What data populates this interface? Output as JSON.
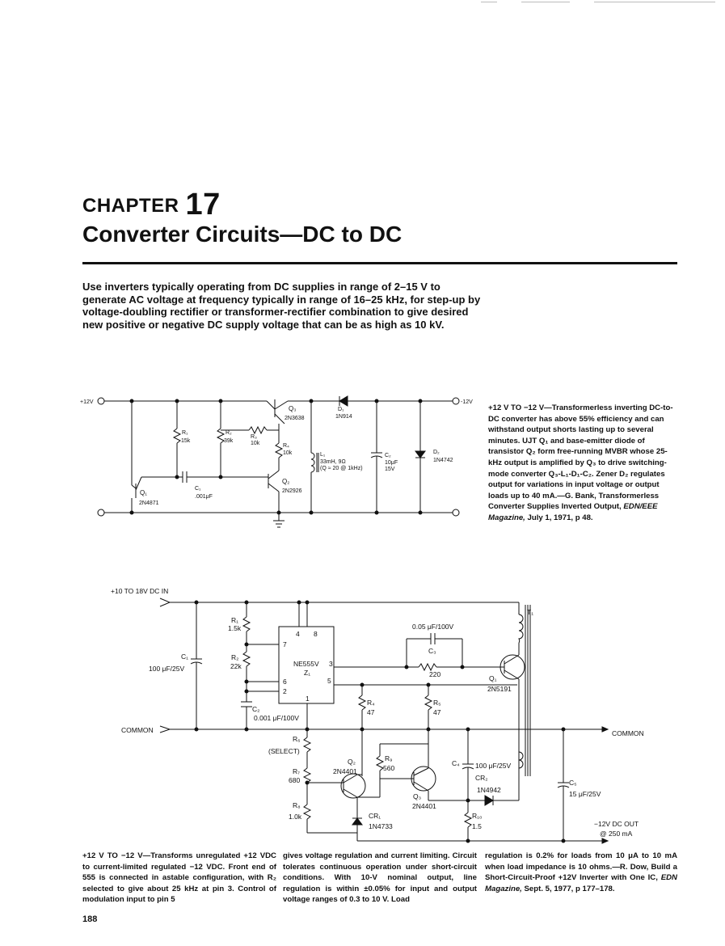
{
  "chapter": {
    "label": "CHAPTER",
    "number": "17",
    "title": "Converter Circuits—DC to DC"
  },
  "intro": "Use inverters typically operating from DC supplies in range of 2–15 V to generate AC voltage at frequency typically in range of 16–25 kHz, for step-up by voltage-doubling rectifier or transformer-rectifier combination to give desired new positive or negative DC supply voltage that can be as high as 10 kV.",
  "figure1": {
    "labels": {
      "vin": "+12V",
      "vout": "-12V",
      "q3": "Q₃",
      "q3_part": "2N3638",
      "d1": "D₁",
      "d1_part": "1N914",
      "r1": "R₁",
      "r1_val": "15k",
      "r2": "R₂",
      "r2_val": "39k",
      "r3": "R₃",
      "r3_val": "10k",
      "r4": "R₄",
      "r4_val": "10k",
      "l1": "L₁",
      "l1_val": "33mH, 9Ω",
      "l1_val2": "(Q ≈ 20 @ 1kHz)",
      "c2": "C₂",
      "c2_val": "10μF",
      "c2_volt": "15V",
      "d2": "D₂",
      "d2_part": "1N4742",
      "q1": "Q₁",
      "q1_part": "2N4871",
      "c1": "C₁",
      "c1_val": ".001μF",
      "q2": "Q₂",
      "q2_part": "2N2926"
    },
    "caption": {
      "title": "+12 V TO −12 V—Transformerless inverting DC-to-DC converter has above 55% efficiency and can withstand output shorts lasting up to several minutes. UJT Q₁ and base-emitter diode of transistor Q₂ form free-running MVBR whose 25-kHz output is amplified by Q₃ to drive switching-mode converter Q₃-L₁-D₁-C₂. Zener D₂ regulates output for variations in input voltage or output loads up to 40 mA.—G. Bank, Transformerless Converter Supplies Inverted Output,",
      "source": "EDN/EEE Magazine,",
      "tail": "July 1, 1971, p 48."
    }
  },
  "figure2": {
    "labels": {
      "vin": "+10 TO 18V DC  IN",
      "t1": "T₁",
      "r1": "R₁",
      "r1_val": "1.5k",
      "r2": "R₂",
      "r2_val": "22k",
      "c1": "C₁",
      "c1_val": "100 μF/25V",
      "ic": "NE555V",
      "ic_ref": "Z₁",
      "pin4": "4",
      "pin8": "8",
      "pin7": "7",
      "pin6": "6",
      "pin2": "2",
      "pin3": "3",
      "pin5": "5",
      "pin1": "1",
      "c3_val": "0.05 μF/100V",
      "c3": "C₃",
      "r_220": "220",
      "q1": "Q₁",
      "q1_part": "2N5191",
      "c2": "C₂",
      "c2_val": "0.001 μF/100V",
      "r4": "R₄",
      "r4_val": "47",
      "r5": "R₅",
      "r5_val": "47",
      "common_in": "COMMON",
      "common_out": "COMMON",
      "r6": "R₆",
      "r6_val": "(SELECT)",
      "q2": "Q₂",
      "q2_part": "2N4401",
      "r9": "R₉",
      "r9_val": "560",
      "c4": "C₄",
      "c4_val": "100 μF/25V",
      "cr2": "CR₂",
      "cr2_part": "1N4942",
      "r7": "R₇",
      "r7_val": "680",
      "q3": "Q₃",
      "q3_part": "2N4401",
      "c5": "C₅",
      "c5_val": "15 μF/25V",
      "r8": "R₈",
      "r8_val": "1.0k",
      "cr1": "CR₁",
      "cr1_part": "1N4733",
      "r10": "R₁₀",
      "r10_val": "1.5",
      "vout": "−12V DC OUT",
      "iout": "@ 250 mA"
    },
    "caption": {
      "col1": "+12 V TO −12 V—Transforms unregulated +12 VDC to current-limited regulated −12 VDC. Front end of 555 is connected in astable configuration, with R₂ selected to give about 25 kHz at pin 3. Control of modulation input to pin 5",
      "col2": "gives voltage regulation and current limiting. Circuit tolerates continuous operation under short-circuit conditions. With 10-V nominal output, line regulation is within ±0.05% for input and output voltage ranges of 0.3 to 10 V. Load",
      "col3_pre": "regulation is 0.2% for loads from 10 μA to 10 mA when load impedance is 10 ohms.—R. Dow, Build a Short-Circuit-Proof +12V Inverter with One IC,",
      "col3_source": "EDN Magazine,",
      "col3_tail": "Sept. 5, 1977, p 177–178."
    }
  },
  "page_number": "188"
}
